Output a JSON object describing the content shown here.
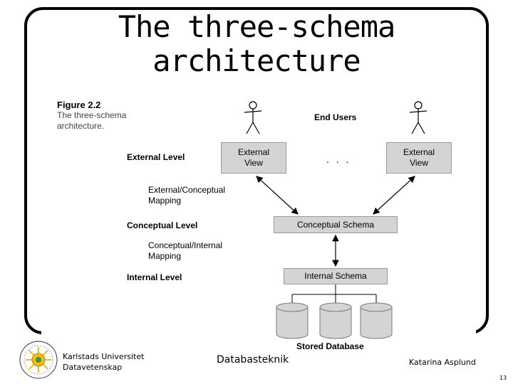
{
  "slide": {
    "title_line1": "The three-schema",
    "title_line2": "architecture"
  },
  "figure": {
    "number": "Figure 2.2",
    "caption": "The three-schema architecture.",
    "end_users": "End Users",
    "ellipsis": ". . .",
    "levels": {
      "external": "External Level",
      "conceptual": "Conceptual Level",
      "internal": "Internal Level"
    },
    "mappings": {
      "external_conceptual": "External/Conceptual Mapping",
      "conceptual_internal": "Conceptual/Internal Mapping"
    },
    "boxes": {
      "external_view_left": "External View",
      "external_view_right": "External View",
      "conceptual_schema": "Conceptual Schema",
      "internal_schema": "Internal Schema"
    },
    "stored_database": "Stored Database"
  },
  "footer": {
    "university": "Karlstads Universitet",
    "department": "Datavetenskap",
    "course": "Databasteknik",
    "author": "Katarina Asplund",
    "page": "13"
  },
  "colors": {
    "box_fill": "#d4d4d4",
    "box_border": "#9a9a9a",
    "logo_gold": "#e8c020"
  }
}
